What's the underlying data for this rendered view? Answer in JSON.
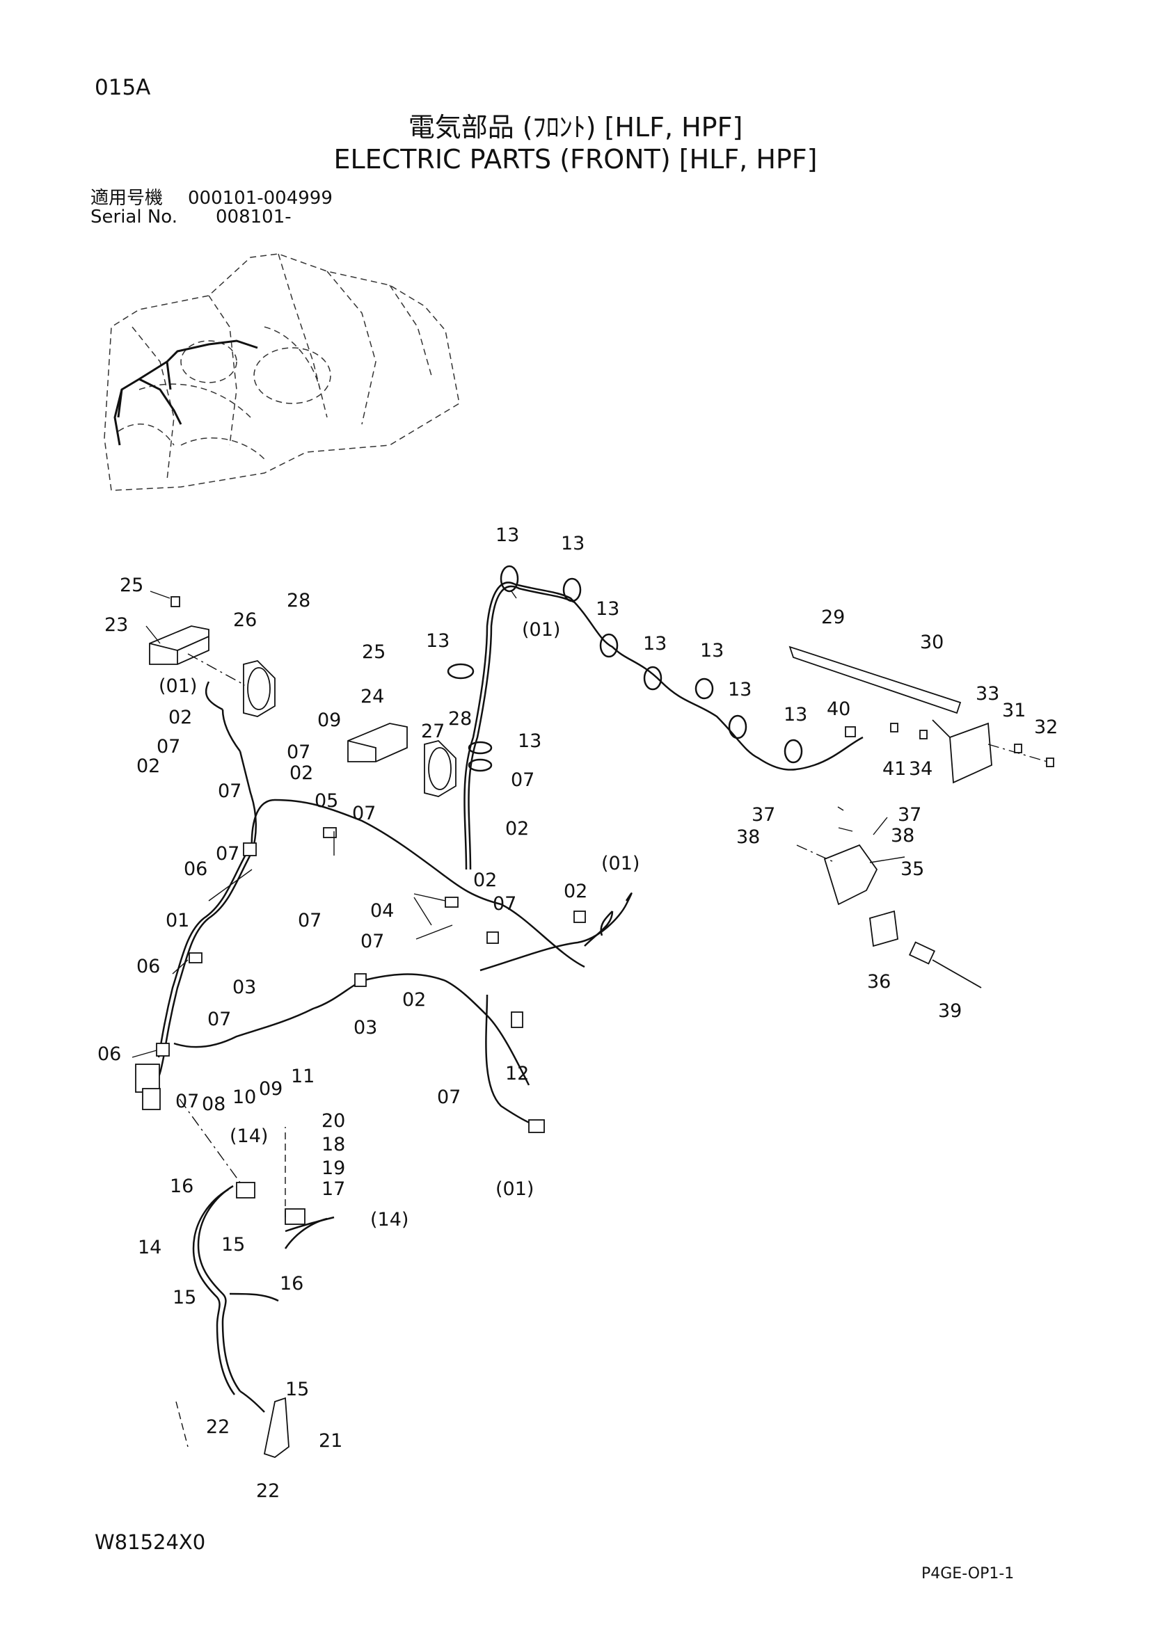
{
  "header": {
    "page_code": "015A",
    "title_jp": "電気部品 (ﾌﾛﾝﾄ) [HLF, HPF]",
    "title_en": "ELECTRIC PARTS (FRONT) [HLF, HPF]"
  },
  "serial": {
    "label_jp": "適用号機",
    "range_jp": "000101-004999",
    "label_en": "Serial  No.",
    "range_en": "008101-"
  },
  "callouts": [
    {
      "id": "c-25a",
      "text": "25"
    },
    {
      "id": "c-23",
      "text": "23"
    },
    {
      "id": "c-26",
      "text": "26"
    },
    {
      "id": "c-28a",
      "text": "28"
    },
    {
      "id": "c-01a",
      "text": "(01)"
    },
    {
      "id": "c-02a",
      "text": "02"
    },
    {
      "id": "c-09a",
      "text": "09"
    },
    {
      "id": "c-07a",
      "text": "07"
    },
    {
      "id": "c-07b",
      "text": "07"
    },
    {
      "id": "c-02b",
      "text": "02"
    },
    {
      "id": "c-02c",
      "text": "02"
    },
    {
      "id": "c-07c",
      "text": "07"
    },
    {
      "id": "c-05",
      "text": "05"
    },
    {
      "id": "c-06a",
      "text": "06"
    },
    {
      "id": "c-07d",
      "text": "07"
    },
    {
      "id": "c-01b",
      "text": "01"
    },
    {
      "id": "c-07e",
      "text": "07"
    },
    {
      "id": "c-06b",
      "text": "06"
    },
    {
      "id": "c-03a",
      "text": "03"
    },
    {
      "id": "c-07f",
      "text": "07"
    },
    {
      "id": "c-06c",
      "text": "06"
    },
    {
      "id": "c-07g",
      "text": "07"
    },
    {
      "id": "c-08",
      "text": "08"
    },
    {
      "id": "c-10",
      "text": "10"
    },
    {
      "id": "c-09b",
      "text": "09"
    },
    {
      "id": "c-11",
      "text": "11"
    },
    {
      "id": "c-03b",
      "text": "03"
    },
    {
      "id": "c-13a",
      "text": "13"
    },
    {
      "id": "c-13b",
      "text": "13"
    },
    {
      "id": "c-01c",
      "text": "(01)"
    },
    {
      "id": "c-13c",
      "text": "13"
    },
    {
      "id": "c-13d",
      "text": "13"
    },
    {
      "id": "c-13e",
      "text": "13"
    },
    {
      "id": "c-13f",
      "text": "13"
    },
    {
      "id": "c-13g",
      "text": "13"
    },
    {
      "id": "c-13h",
      "text": "13"
    },
    {
      "id": "c-25b",
      "text": "25"
    },
    {
      "id": "c-24",
      "text": "24"
    },
    {
      "id": "c-27",
      "text": "27"
    },
    {
      "id": "c-28b",
      "text": "28"
    },
    {
      "id": "c-13i",
      "text": "13"
    },
    {
      "id": "c-07h",
      "text": "07"
    },
    {
      "id": "c-07i",
      "text": "07"
    },
    {
      "id": "c-02d",
      "text": "02"
    },
    {
      "id": "c-04",
      "text": "04"
    },
    {
      "id": "c-02e",
      "text": "02"
    },
    {
      "id": "c-07j",
      "text": "07"
    },
    {
      "id": "c-07k",
      "text": "07"
    },
    {
      "id": "c-01d",
      "text": "(01)"
    },
    {
      "id": "c-02f",
      "text": "02"
    },
    {
      "id": "c-02g",
      "text": "02"
    },
    {
      "id": "c-12",
      "text": "12"
    },
    {
      "id": "c-07l",
      "text": "07"
    },
    {
      "id": "c-01e",
      "text": "(01)"
    },
    {
      "id": "c-29",
      "text": "29"
    },
    {
      "id": "c-30",
      "text": "30"
    },
    {
      "id": "c-33",
      "text": "33"
    },
    {
      "id": "c-31",
      "text": "31"
    },
    {
      "id": "c-32",
      "text": "32"
    },
    {
      "id": "c-40",
      "text": "40"
    },
    {
      "id": "c-41",
      "text": "41"
    },
    {
      "id": "c-34",
      "text": "34"
    },
    {
      "id": "c-37a",
      "text": "37"
    },
    {
      "id": "c-38a",
      "text": "38"
    },
    {
      "id": "c-37b",
      "text": "37"
    },
    {
      "id": "c-38b",
      "text": "38"
    },
    {
      "id": "c-35",
      "text": "35"
    },
    {
      "id": "c-36",
      "text": "36"
    },
    {
      "id": "c-39",
      "text": "39"
    },
    {
      "id": "c-20",
      "text": "20"
    },
    {
      "id": "c-18",
      "text": "18"
    },
    {
      "id": "c-19",
      "text": "19"
    },
    {
      "id": "c-17",
      "text": "17"
    },
    {
      "id": "c-14a",
      "text": "(14)"
    },
    {
      "id": "c-16a",
      "text": "16"
    },
    {
      "id": "c-14b",
      "text": "(14)"
    },
    {
      "id": "c-14c",
      "text": "14"
    },
    {
      "id": "c-15a",
      "text": "15"
    },
    {
      "id": "c-16b",
      "text": "16"
    },
    {
      "id": "c-15b",
      "text": "15"
    },
    {
      "id": "c-15c",
      "text": "15"
    },
    {
      "id": "c-22a",
      "text": "22"
    },
    {
      "id": "c-21",
      "text": "21"
    },
    {
      "id": "c-22b",
      "text": "22"
    }
  ],
  "footer": {
    "doc_code": "W81524X0",
    "page_id": "P4GE-OP1-1"
  }
}
